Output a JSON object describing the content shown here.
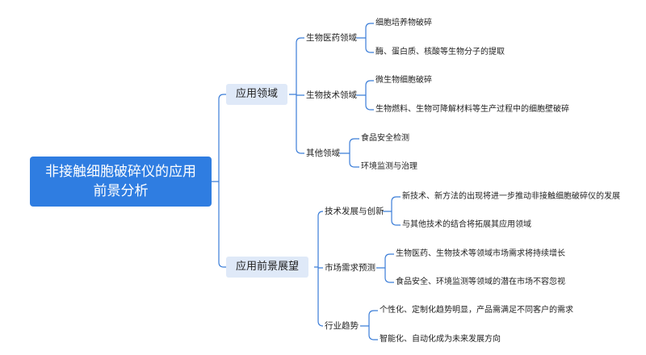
{
  "root": {
    "line1": "非接触细胞破碎仪的应用",
    "line2": "前景分析"
  },
  "branches": [
    {
      "label": "应用领域",
      "children": [
        {
          "label": "生物医药领域",
          "leaves": [
            "细胞培养物破碎",
            "酶、蛋白质、核酸等生物分子的提取"
          ]
        },
        {
          "label": "生物技术领域",
          "leaves": [
            "微生物细胞破碎",
            "生物燃料、生物可降解材料等生产过程中的细胞壁破碎"
          ]
        },
        {
          "label": "其他领域",
          "leaves": [
            "食品安全检测",
            "环境监测与治理"
          ]
        }
      ]
    },
    {
      "label": "应用前景展望",
      "children": [
        {
          "label": "技术发展与创新",
          "leaves": [
            "新技术、新方法的出现将进一步推动非接触细胞破碎仪的发展",
            "与其他技术的结合将拓展其应用领域"
          ]
        },
        {
          "label": "市场需求预测",
          "leaves": [
            "生物医药、生物技术等领域市场需求将持续增长",
            "食品安全、环境监测等领域的潜在市场不容忽视"
          ]
        },
        {
          "label": "行业趋势",
          "leaves": [
            "个性化、定制化趋势明显，产品需满足不同客户的需求",
            "智能化、自动化成为未来发展方向"
          ]
        }
      ]
    }
  ],
  "colors": {
    "root_fill": "#2f7de1",
    "branch_fill": "#dfe9f8",
    "connector": "#3b7dd8",
    "text": "#222222"
  }
}
